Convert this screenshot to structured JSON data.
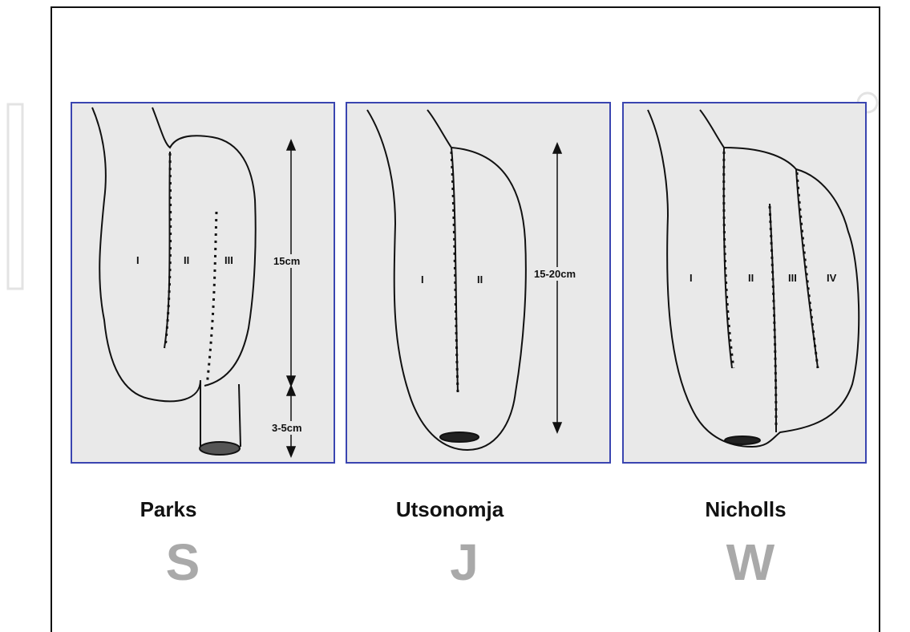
{
  "panels": [
    {
      "name": "Parks",
      "letter": "S",
      "segments": [
        "I",
        "II",
        "III"
      ],
      "dimensions": [
        "15cm",
        "3-5cm"
      ]
    },
    {
      "name": "Utsonomja",
      "letter": "J",
      "segments": [
        "I",
        "II"
      ],
      "dimensions": [
        "15-20cm"
      ]
    },
    {
      "name": "Nicholls",
      "letter": "W",
      "segments": [
        "I",
        "II",
        "III",
        "IV"
      ],
      "dimensions": []
    }
  ],
  "colors": {
    "panel_border": "#3a45b0",
    "panel_background": "#e9e9e9",
    "letter": "#a9a9a9",
    "outline": "#111111"
  }
}
